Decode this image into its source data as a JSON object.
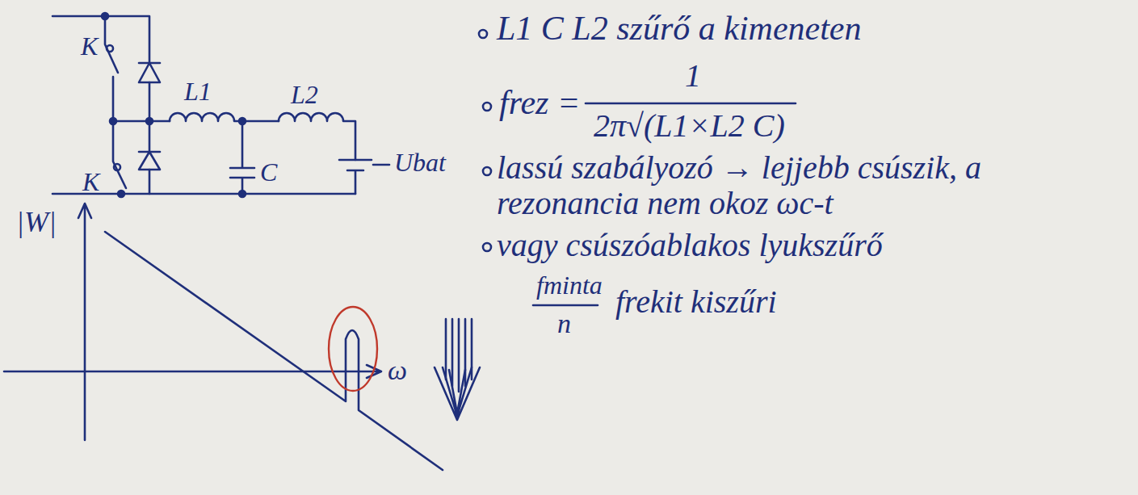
{
  "diagram": {
    "labels": [
      "L1 C L2 szűrő a kimeneten",
      "frez =",
      "1",
      "2π√(L1×L2 C)",
      "lassú szabályozó → lejjebb csúszik, a rezonancia nem okoz ωc-t",
      "vagy csúszóablakos lyukszűrő",
      "fminta",
      "n",
      "frekit kiszűri",
      "K",
      "K",
      "L1",
      "L2",
      "C",
      "Ubat",
      "|W|",
      "ω"
    ]
  }
}
